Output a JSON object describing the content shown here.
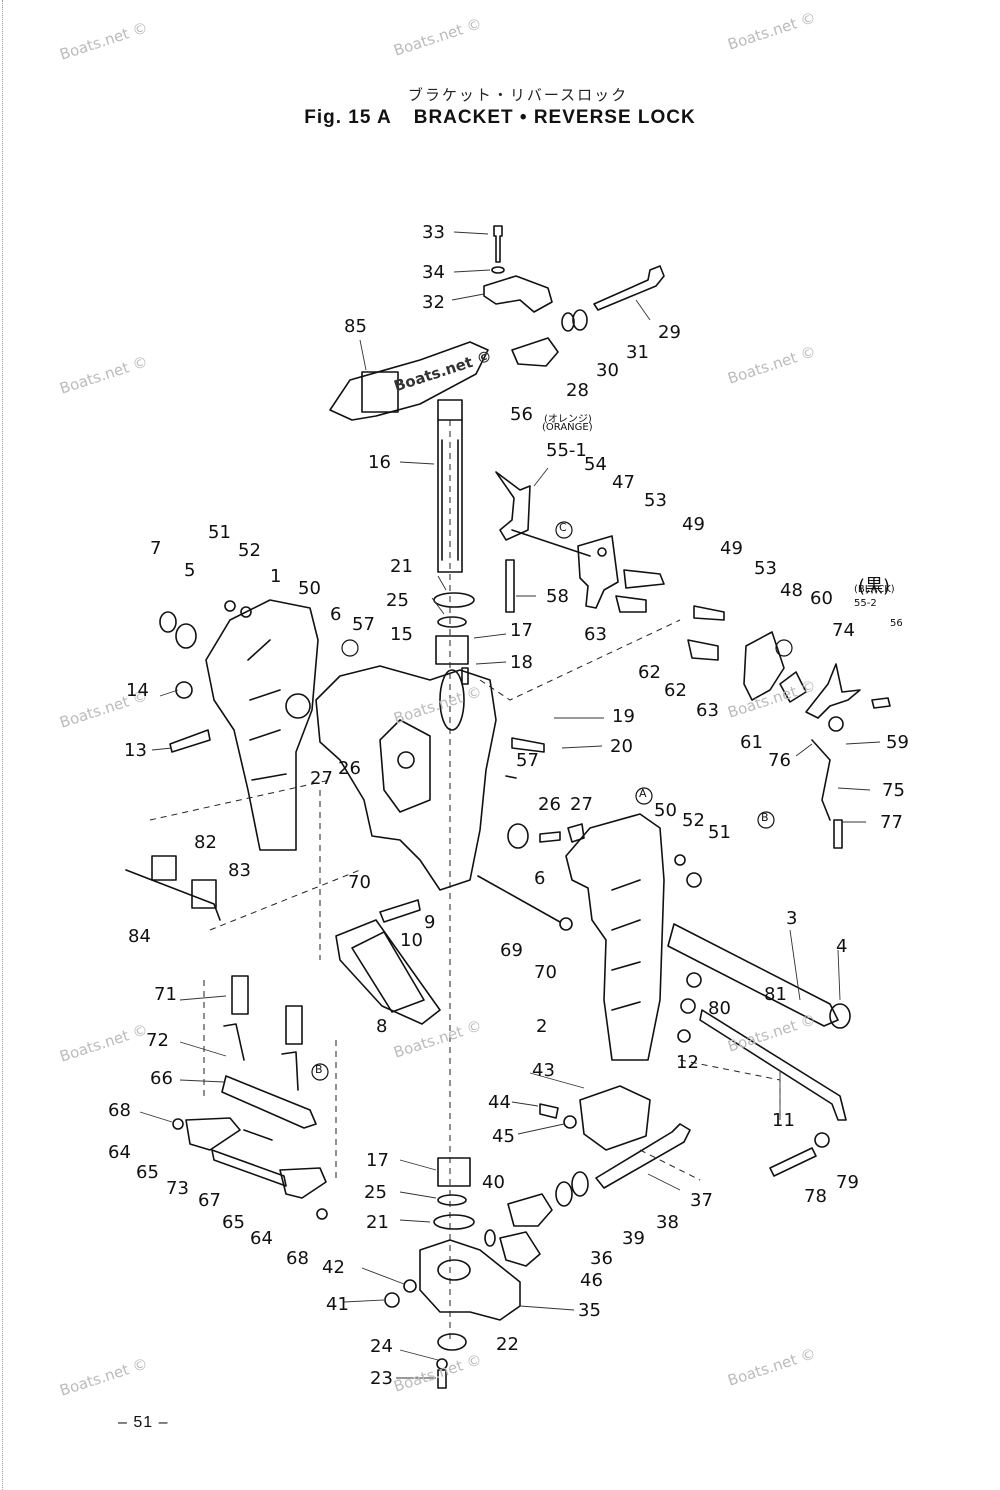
{
  "header": {
    "jp_title": "ブラケット・リバースロック",
    "fig_number": "Fig. 15 A",
    "title": "BRACKET • REVERSE LOCK"
  },
  "watermark": "Boats.net ©",
  "page_number": "– 51 –",
  "callouts": [
    {
      "text": "33"
    },
    {
      "text": "34"
    },
    {
      "text": "32"
    },
    {
      "text": "29"
    },
    {
      "text": "85"
    },
    {
      "text": "31"
    },
    {
      "text": "30"
    },
    {
      "text": "28"
    },
    {
      "text": "56"
    },
    {
      "text": "(オレンジ)"
    },
    {
      "text": "(ORANGE)"
    },
    {
      "text": "55-1"
    },
    {
      "text": "54"
    },
    {
      "text": "16"
    },
    {
      "text": "47"
    },
    {
      "text": "53"
    },
    {
      "text": "49"
    },
    {
      "text": "C"
    },
    {
      "text": "7"
    },
    {
      "text": "51"
    },
    {
      "text": "52"
    },
    {
      "text": "1"
    },
    {
      "text": "5"
    },
    {
      "text": "50"
    },
    {
      "text": "6"
    },
    {
      "text": "57"
    },
    {
      "text": "21"
    },
    {
      "text": "25"
    },
    {
      "text": "58"
    },
    {
      "text": "63"
    },
    {
      "text": "49"
    },
    {
      "text": "53"
    },
    {
      "text": "48"
    },
    {
      "text": "60"
    },
    {
      "text": "(黒)"
    },
    {
      "text": "(BLACK)"
    },
    {
      "text": "55-2"
    },
    {
      "text": "56"
    },
    {
      "text": "74"
    },
    {
      "text": "17"
    },
    {
      "text": "18"
    },
    {
      "text": "15"
    },
    {
      "text": "14"
    },
    {
      "text": "62"
    },
    {
      "text": "62"
    },
    {
      "text": "63"
    },
    {
      "text": "61"
    },
    {
      "text": "59"
    },
    {
      "text": "19"
    },
    {
      "text": "20"
    },
    {
      "text": "57"
    },
    {
      "text": "13"
    },
    {
      "text": "27"
    },
    {
      "text": "26"
    },
    {
      "text": "76"
    },
    {
      "text": "75"
    },
    {
      "text": "A"
    },
    {
      "text": "26"
    },
    {
      "text": "27"
    },
    {
      "text": "50"
    },
    {
      "text": "52"
    },
    {
      "text": "51"
    },
    {
      "text": "77"
    },
    {
      "text": "B"
    },
    {
      "text": "82"
    },
    {
      "text": "83"
    },
    {
      "text": "6"
    },
    {
      "text": "70"
    },
    {
      "text": "84"
    },
    {
      "text": "9"
    },
    {
      "text": "10"
    },
    {
      "text": "69"
    },
    {
      "text": "70"
    },
    {
      "text": "3"
    },
    {
      "text": "4"
    },
    {
      "text": "71"
    },
    {
      "text": "81"
    },
    {
      "text": "80"
    },
    {
      "text": "8"
    },
    {
      "text": "2"
    },
    {
      "text": "12"
    },
    {
      "text": "72"
    },
    {
      "text": "66"
    },
    {
      "text": "B"
    },
    {
      "text": "43"
    },
    {
      "text": "44"
    },
    {
      "text": "11"
    },
    {
      "text": "68"
    },
    {
      "text": "45"
    },
    {
      "text": "79"
    },
    {
      "text": "64"
    },
    {
      "text": "65"
    },
    {
      "text": "73"
    },
    {
      "text": "67"
    },
    {
      "text": "17"
    },
    {
      "text": "37"
    },
    {
      "text": "40"
    },
    {
      "text": "78"
    },
    {
      "text": "25"
    },
    {
      "text": "38"
    },
    {
      "text": "65"
    },
    {
      "text": "21"
    },
    {
      "text": "39"
    },
    {
      "text": "64"
    },
    {
      "text": "36"
    },
    {
      "text": "68"
    },
    {
      "text": "42"
    },
    {
      "text": "46"
    },
    {
      "text": "41"
    },
    {
      "text": "35"
    },
    {
      "text": "24"
    },
    {
      "text": "22"
    },
    {
      "text": "23"
    }
  ]
}
